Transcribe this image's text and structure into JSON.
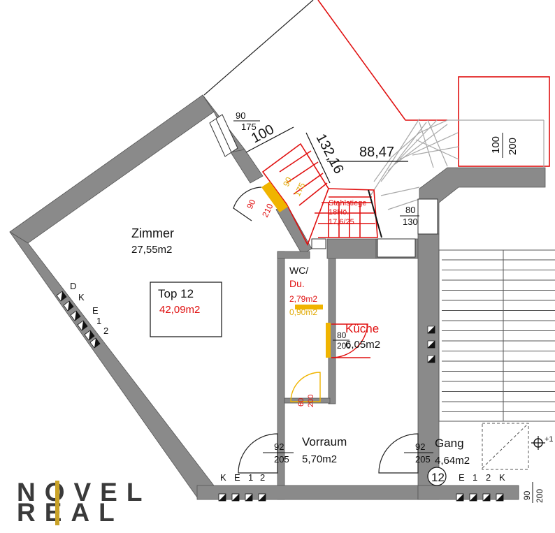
{
  "rooms": {
    "zimmer": {
      "name": "Zimmer",
      "area": "27,55m2"
    },
    "top": {
      "name": "Top 12",
      "area": "42,09m2"
    },
    "wc": {
      "name_line1": "WC/",
      "name_line2": "Du.",
      "area": "2,79m2",
      "area_old": "0,90m2"
    },
    "kueche": {
      "name": "Küche",
      "area": "6,05m2"
    },
    "vorraum": {
      "name": "Vorraum",
      "area": "5,70m2"
    },
    "gang": {
      "name": "Gang",
      "area": "4,64m2"
    }
  },
  "dimensions": {
    "window_top_w": "90",
    "window_top_h": "175",
    "dim_100": "100",
    "dim_132": "132,16",
    "dim_88": "88,47",
    "door_red_w": "90",
    "door_red_h": "210",
    "door_yel_w": "90",
    "door_yel_h": "175",
    "stair_window_w": "80",
    "stair_window_h": "130",
    "box_w": "100",
    "box_h": "200",
    "kitchen_door_w": "80",
    "kitchen_door_h": "200",
    "wc_door_w": "60",
    "wc_door_h": "200",
    "vorraum_door_w": "92",
    "vorraum_door_h": "205",
    "gang_door_w": "92",
    "gang_door_h": "205",
    "bottom_right_w": "90",
    "bottom_right_h": "200",
    "plus_mark": "+1"
  },
  "stair": {
    "line1": "Stahlstiege",
    "line2": "18Hö.",
    "line3": "17,6/25"
  },
  "markers": {
    "dke_d": "D",
    "dke_k": "K",
    "dke_e": "E",
    "dke_1": "1",
    "dke_2": "2",
    "bottom_left": [
      "K",
      "E",
      "1",
      "2"
    ],
    "bottom_right": [
      "E",
      "1",
      "2",
      "K"
    ],
    "circle_num": "12"
  },
  "logo": {
    "line1": "NOVEL",
    "line2": "REAL"
  },
  "colors": {
    "wall": "#8a8a8a",
    "red": "#e01010",
    "yellow": "#f0b400",
    "gray_line": "#a8a8a8",
    "logo_gold": "#c9a227",
    "logo_dark": "#3a3a3a"
  }
}
